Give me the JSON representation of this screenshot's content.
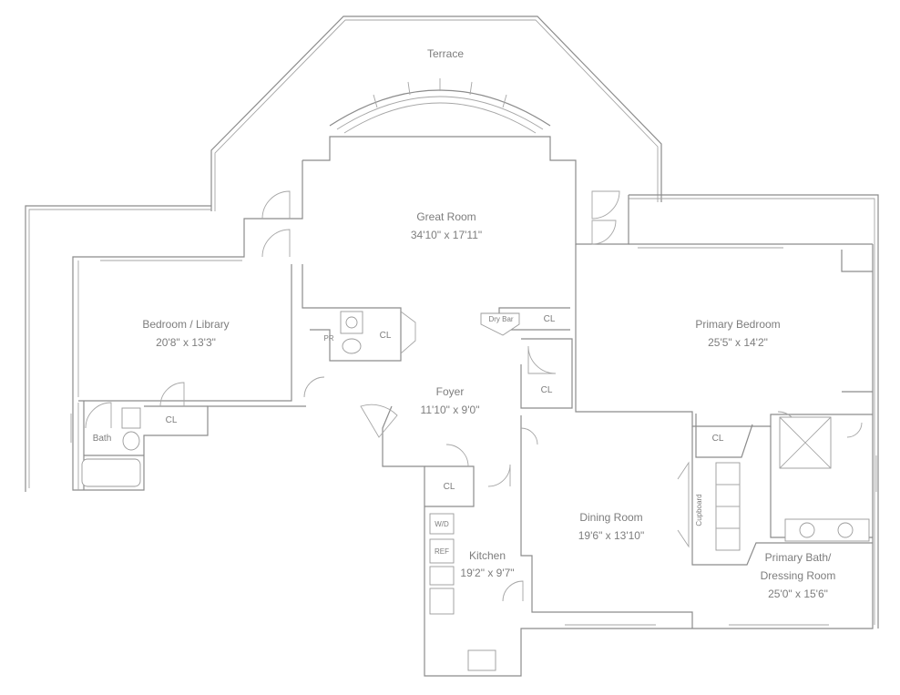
{
  "rooms": {
    "terrace": {
      "name": "Terrace"
    },
    "great_room": {
      "name": "Great Room",
      "dims": "34'10\" x 17'11\""
    },
    "bedroom_library": {
      "name": "Bedroom / Library",
      "dims": "20'8\" x 13'3\""
    },
    "primary_bedroom": {
      "name": "Primary Bedroom",
      "dims": "25'5\" x 14'2\""
    },
    "foyer": {
      "name": "Foyer",
      "dims": "11'10\" x 9'0\""
    },
    "dining_room": {
      "name": "Dining Room",
      "dims": "19'6\" x 13'10\""
    },
    "kitchen": {
      "name": "Kitchen",
      "dims": "19'2\" x 9'7\""
    },
    "primary_bath": {
      "name_line1": "Primary Bath/",
      "name_line2": "Dressing Room",
      "dims": "25'0\" x 15'6\""
    },
    "bath": {
      "name": "Bath"
    }
  },
  "fixtures": {
    "closet": "CL",
    "powder_room": "PR",
    "dry_bar": "Dry Bar",
    "cupboard": "Cupboard",
    "washer_dryer": "W/D",
    "refrigerator": "REF"
  }
}
